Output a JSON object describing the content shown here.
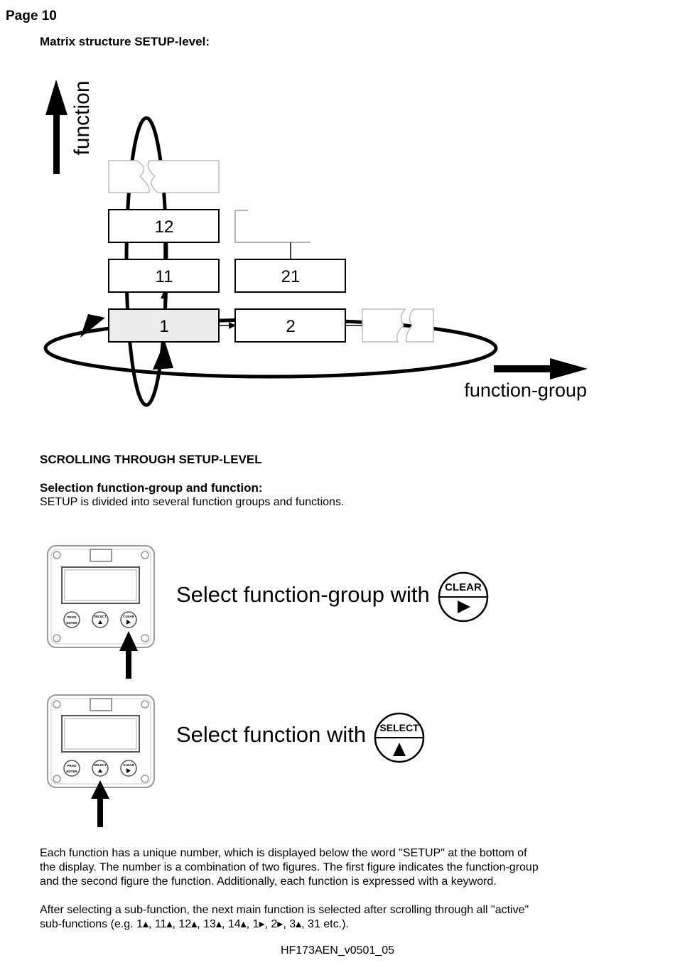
{
  "page": {
    "label": "Page  10"
  },
  "matrix": {
    "title": "Matrix structure SETUP-level:",
    "axis_function": "function",
    "axis_group": "function-group",
    "boxes": {
      "b1": "1",
      "b11": "11",
      "b12": "12",
      "b2": "2",
      "b21": "21"
    }
  },
  "scrolling": {
    "heading": "SCROLLING THROUGH SETUP-LEVEL",
    "subheading": "Selection function-group and function:",
    "intro": "SETUP is divided into several function groups and functions."
  },
  "device": {
    "btn_prog": "PROG",
    "btn_enter": "ENTER",
    "btn_select": "SELECT",
    "btn_clear": "CLEAR"
  },
  "instructions": {
    "group": "Select function-group with",
    "group_key": "CLEAR",
    "function": "Select function with",
    "function_key": "SELECT"
  },
  "body": {
    "p1_l1": "Each function has a unique number, which is displayed below the word \"SETUP\" at the bottom of",
    "p1_l2": "the display. The number is a combination of two figures. The first figure indicates the function-group",
    "p1_l3": "and the second figure the function. Additionally, each function is expressed with a keyword.",
    "p2_l1": "After selecting a sub-function, the next main function is selected after scrolling through all \"active\"",
    "p2_l2": "sub-functions (e.g. 1▴, 11▴, 12▴, 13▴, 14▴, 1▸, 2▸, 3▴, 31 etc.)."
  },
  "footer": {
    "code": "HF173AEN_v0501_05"
  }
}
